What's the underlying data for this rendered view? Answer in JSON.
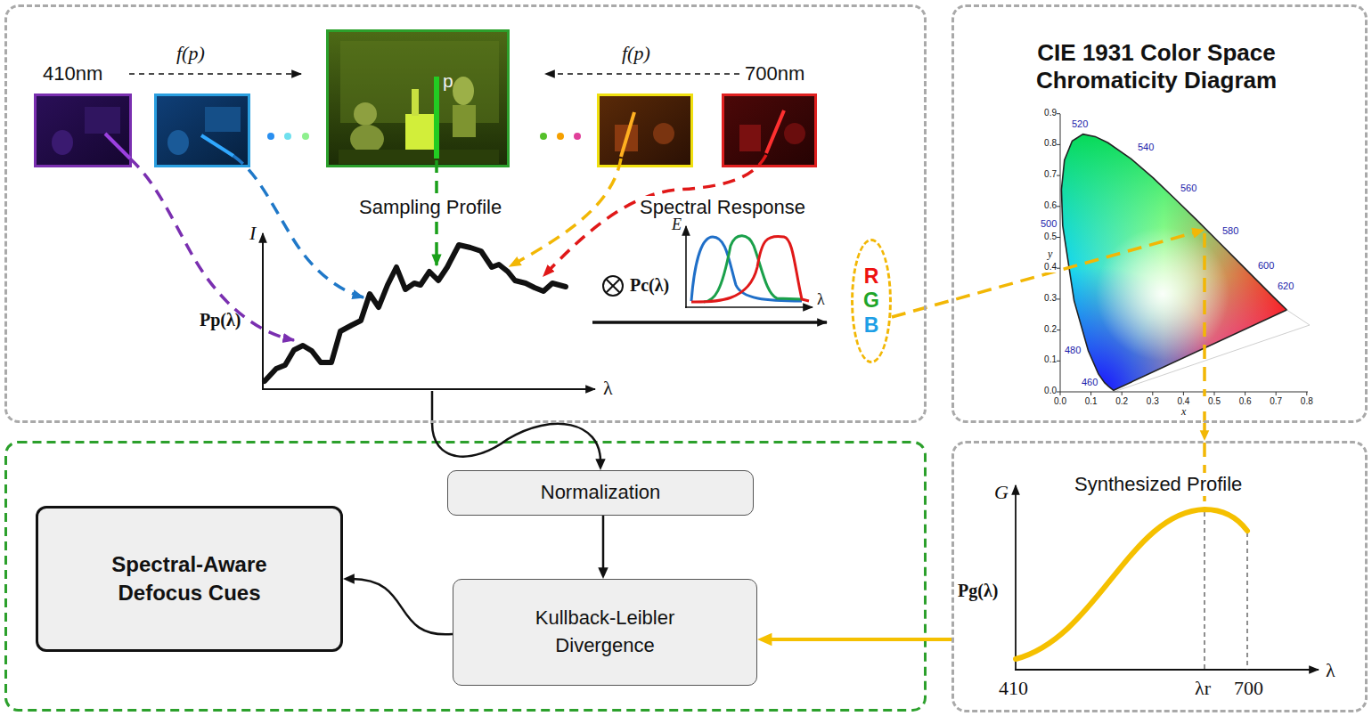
{
  "diagram": {
    "nodes": [
      {
        "text": [
          "Sampling Profile",
          "Spectral Response"
        ]
      },
      {
        "text": [
          "R",
          "G",
          "B"
        ],
        "in": 0
      },
      {
        "text": [
          "CIE 1931 Color Space Chromaticity Diagram"
        ]
      },
      {
        "text": [
          "Synthesized Profile"
        ]
      },
      {
        "text": [
          "Normalization"
        ]
      },
      {
        "text": [
          "Kullback-Leibler Divergence"
        ]
      },
      {
        "text": [
          "Spectral-Aware Defocus Cues"
        ]
      }
    ],
    "edges": [
      {
        "from": 0,
        "to": 4,
        "arrow": "to"
      },
      {
        "from": 4,
        "to": 5,
        "arrow": "to"
      },
      {
        "from": 5,
        "to": 6,
        "arrow": "to"
      },
      {
        "from": 3,
        "to": 5,
        "arrow": "to"
      },
      {
        "from": 1,
        "to": 2,
        "arrow": "to"
      },
      {
        "from": 2,
        "to": 3,
        "arrow": "to"
      }
    ],
    "labels": [
      "410nm",
      "f(p)",
      "700nm",
      "f(p)",
      "p",
      "I",
      "Pp(λ)",
      "λ",
      "E",
      "Pc(λ)",
      "λ",
      "0.0",
      "0.1",
      "0.2",
      "0.3",
      "0.4",
      "0.5",
      "0.6",
      "0.7",
      "0.8",
      "0.9",
      "0.0",
      "0.1",
      "0.2",
      "0.3",
      "0.4",
      "0.5",
      "0.6",
      "0.7",
      "0.8",
      "x",
      "y",
      "460",
      "480",
      "500",
      "520",
      "540",
      "560",
      "580",
      "600",
      "620",
      "G",
      "Pg(λ)",
      "410",
      "λr",
      "700",
      "λ"
    ]
  }
}
